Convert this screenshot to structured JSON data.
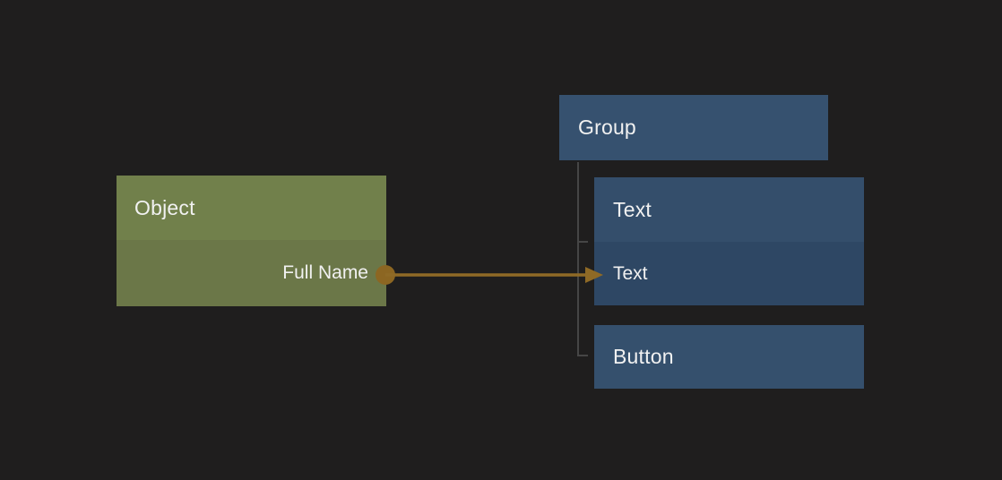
{
  "canvas": {
    "background_color": "#1f1e1e",
    "text_color": "#f1f1f1",
    "hierarchy_line_color": "#464646",
    "connection_color": "#8f6a26"
  },
  "nodes": {
    "object": {
      "title": "Object",
      "header_color": "#71804b",
      "body_color": "#6b7748",
      "output_port": {
        "label": "Full Name"
      }
    },
    "group": {
      "title": "Group",
      "color": "#36516f"
    },
    "text": {
      "title": "Text",
      "header_color": "#344e6b",
      "body_color": "#2e4764",
      "input_port": {
        "label": "Text"
      }
    },
    "button": {
      "title": "Button",
      "color": "#35506d"
    }
  },
  "connection": {
    "from": "Object / Full Name",
    "to": "Text / Text"
  }
}
